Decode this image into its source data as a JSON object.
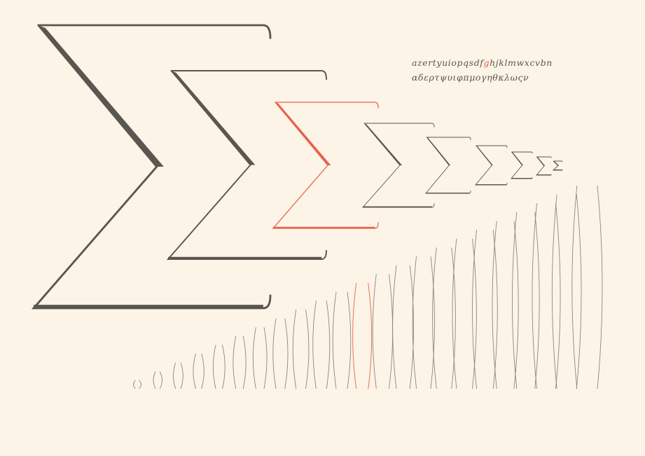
{
  "colors": {
    "background": "#fcf4e6",
    "ink": "#5a5650",
    "accent": "#e8604c",
    "thin": "#8a8780"
  },
  "specimen": {
    "latin_before": "azertyuiopqsdf",
    "latin_accent": "g",
    "latin_after": "hjklmwxcvbn",
    "greek": "αδερτψυιφπμογηθκλωςν"
  },
  "sigmas": {
    "count": 9,
    "accent_index": 2,
    "glyph_name": "sigma-icon"
  },
  "parentheses": {
    "count": 23,
    "accent_index": 11,
    "glyph_name": "paren-pair-icon"
  }
}
